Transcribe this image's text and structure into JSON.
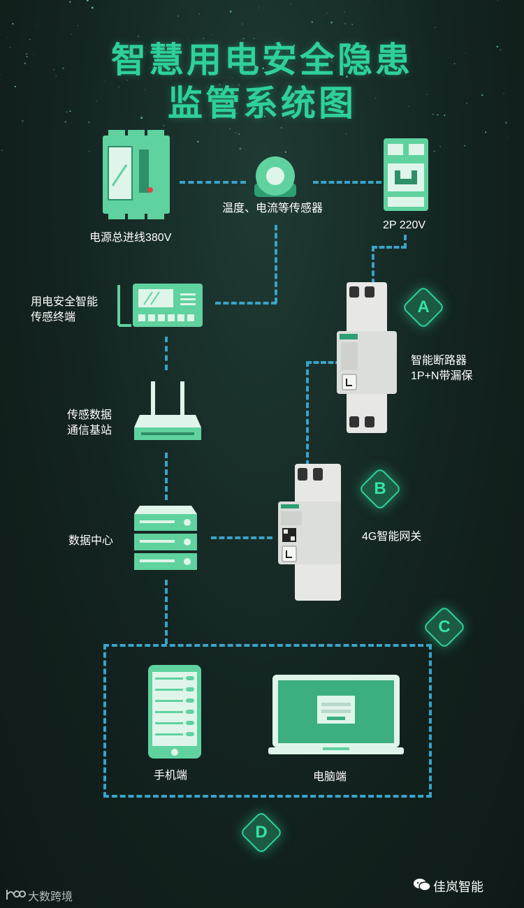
{
  "title": {
    "line1": "智慧用电安全隐患",
    "line2": "监管系统图"
  },
  "nodes": {
    "power_main": "电源总进线380V",
    "sensor": "温度、电流等传感器",
    "breaker_2p": "2P 220V",
    "terminal_line1": "用电安全智能",
    "terminal_line2": "传感终端",
    "smart_breaker_line1": "智能断路器",
    "smart_breaker_line2": "1P+N带漏保",
    "base_station_line1": "传感数据",
    "base_station_line2": "通信基站",
    "data_center": "数据中心",
    "gateway": "4G智能网关",
    "mobile": "手机端",
    "pc": "电脑端"
  },
  "badges": {
    "a": "A",
    "b": "B",
    "c": "C",
    "d": "D"
  },
  "footer": {
    "left": "大数跨境",
    "right": "佳岚智能"
  },
  "colors": {
    "accent": "#2fd09a",
    "dash": "#3aa3c8",
    "device_green": "#5fd29f",
    "device_light": "#dff5ea"
  },
  "icons": [
    "power-cabinet-icon",
    "current-sensor-icon",
    "two-pole-breaker-icon",
    "terminal-icon",
    "router-icon",
    "server-icon",
    "phone-icon",
    "laptop-icon",
    "wechat-icon",
    "brand-logo-icon"
  ]
}
